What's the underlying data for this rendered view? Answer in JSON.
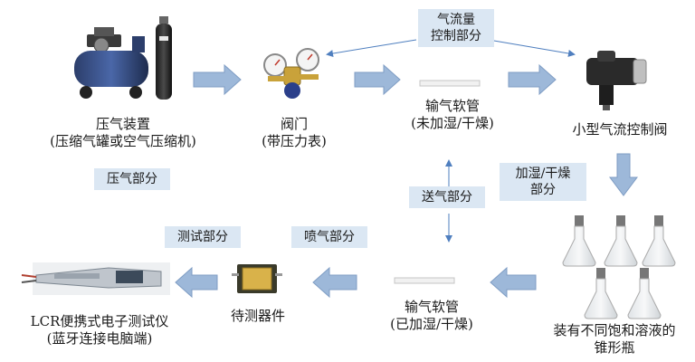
{
  "nodes": {
    "compressor": {
      "line1": "压气装置",
      "line2": "(压缩气罐或空气压缩机)"
    },
    "valve": {
      "line1": "阀门",
      "line2": "(带压力表)"
    },
    "hose_dry": {
      "line1": "输气软管",
      "line2": "(未加湿/干燥)"
    },
    "flow_valve": {
      "line1": "小型气流控制阀"
    },
    "flasks": {
      "line1": "装有不同饱和溶液的",
      "line2": "锥形瓶"
    },
    "hose_wet": {
      "line1": "输气软管",
      "line2": "(已加湿/干燥)"
    },
    "device": {
      "line1": "待测器件"
    },
    "lcr": {
      "line1": "LCR便携式电子测试仪",
      "line2": "(蓝牙连接电脑端)"
    }
  },
  "tags": {
    "flow_control": {
      "line1": "气流量",
      "line2": "控制部分"
    },
    "pressure": "压气部分",
    "humidify": {
      "line1": "加湿/干燥",
      "line2": "部分"
    },
    "delivery": "送气部分",
    "spray": "喷气部分",
    "test": "测试部分"
  },
  "colors": {
    "arrow_fill": "#9db8d9",
    "arrow_stroke": "#7f9dc4",
    "tag_bg": "#dbe7f3",
    "connector": "#4f7fbf"
  }
}
